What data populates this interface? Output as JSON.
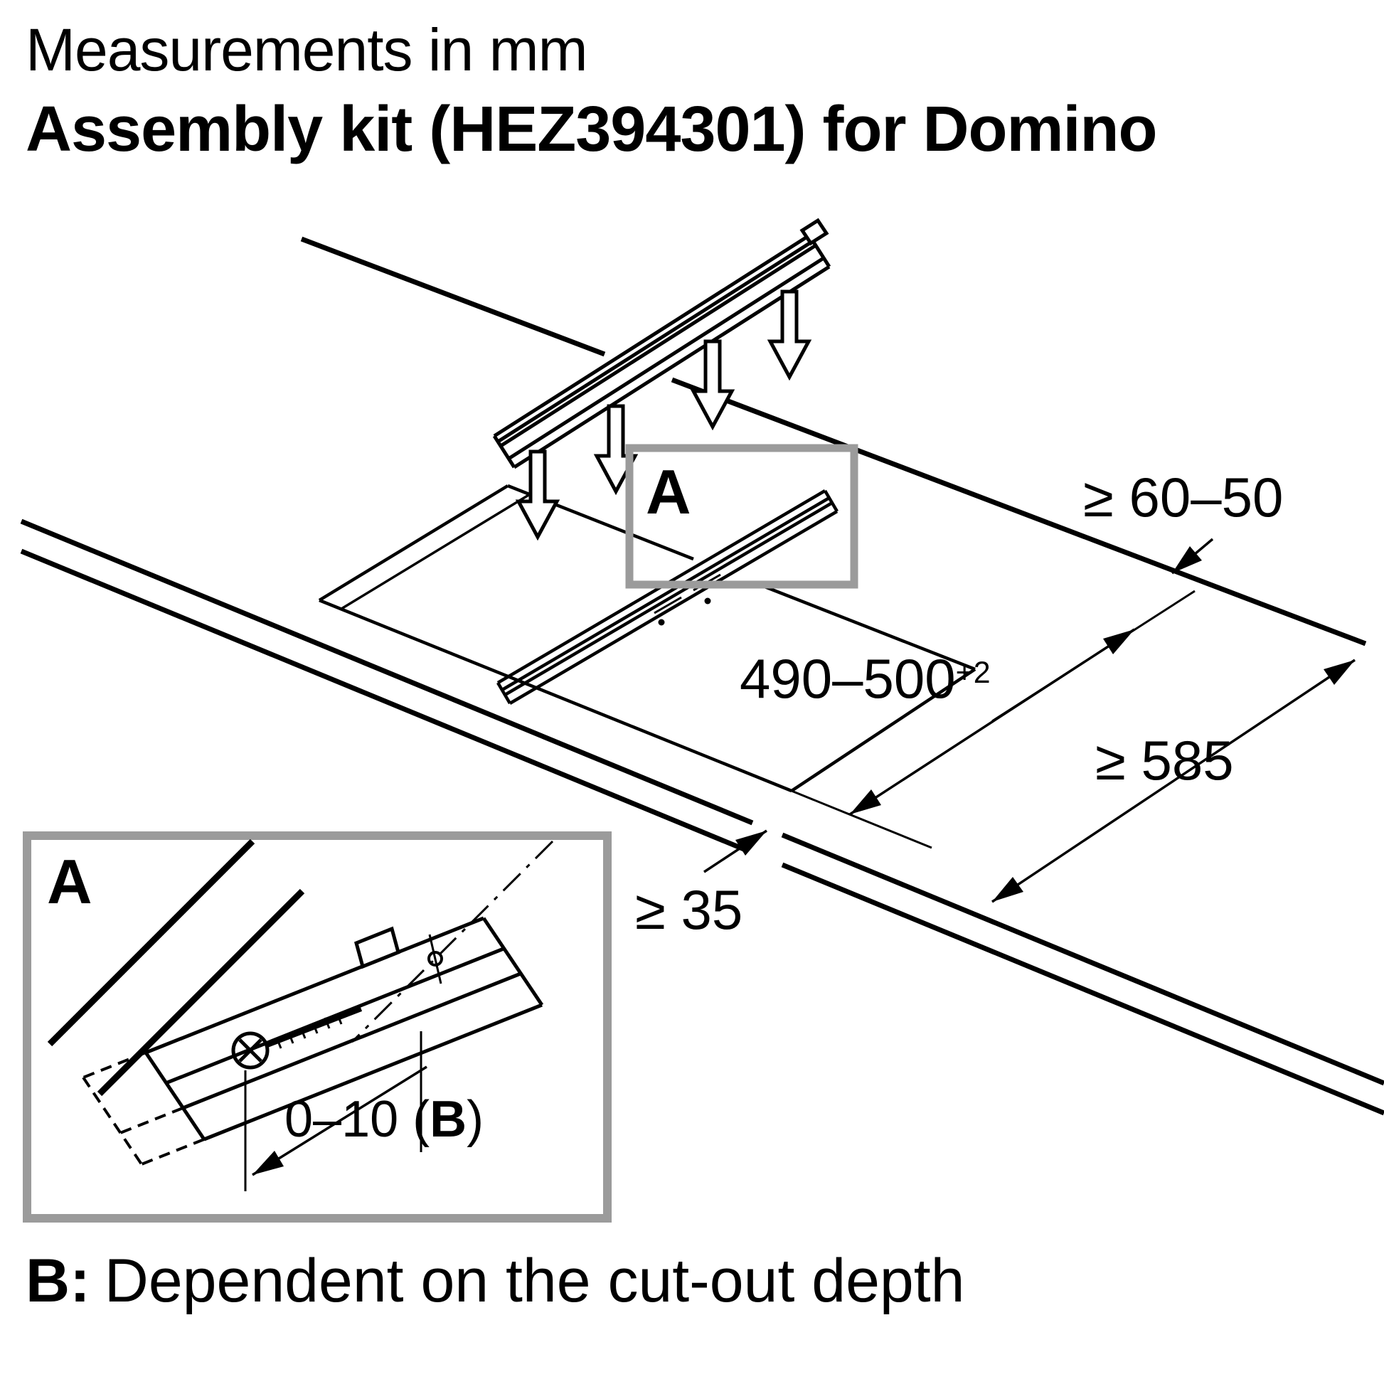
{
  "header": {
    "line1": "Measurements in mm",
    "line2": "Assembly kit (HEZ394301) for Domino"
  },
  "callout": {
    "label": "A"
  },
  "detail": {
    "label": "A"
  },
  "dimensions": {
    "back_clearance": "≥ 60–50",
    "cutout_depth_base": "490–500",
    "cutout_depth_tolerance": "+2",
    "worktop_depth": "≥ 585",
    "front_clearance": "≥ 35",
    "detail_range_open": "0–10 (",
    "detail_range_ref": "B",
    "detail_range_close": ")"
  },
  "footnote": {
    "label": "B:",
    "text": "Dependent on the cut-out depth"
  },
  "colors": {
    "ink": "#000000",
    "callout_border": "#9b9b9b",
    "background": "#ffffff"
  }
}
